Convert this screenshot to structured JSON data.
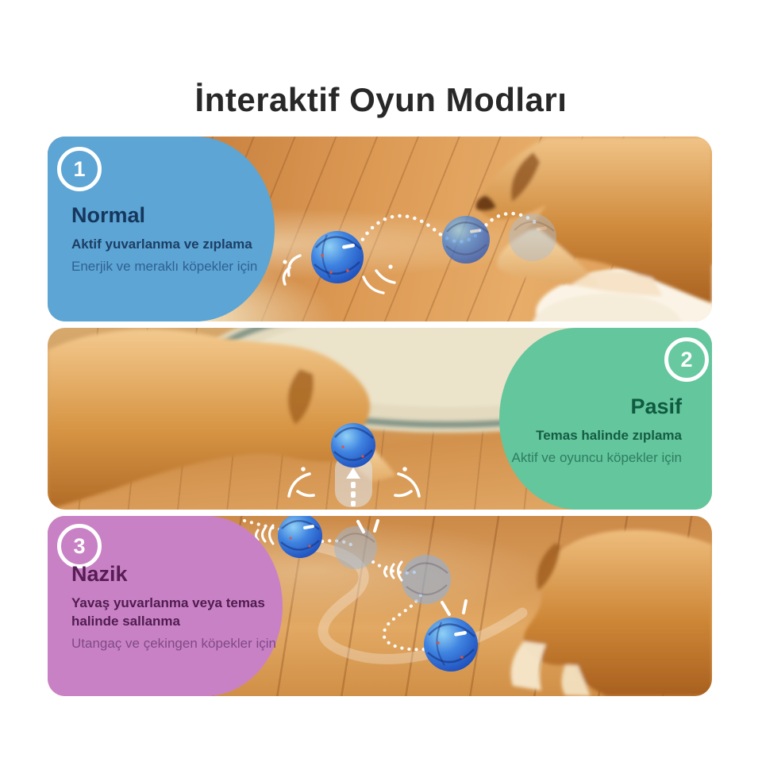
{
  "title": "İnteraktif Oyun Modları",
  "colors": {
    "background": "#ffffff",
    "title_text": "#282828",
    "mode1_accent": "#5ca5d5",
    "mode2_accent": "#63c69c",
    "mode3_accent": "#c981c5",
    "ball": "#2c63c8"
  },
  "modes": [
    {
      "number": "1",
      "name": "Normal",
      "feature": "Aktif yuvarlanma ve zıplama",
      "audience": "Enerjik ve meraklı köpekler için",
      "accent_color": "#5ca5d5",
      "name_color": "#16375c",
      "audience_color": "#2f6191"
    },
    {
      "number": "2",
      "name": "Pasif",
      "feature": "Temas halinde zıplama",
      "audience": "Aktif ve oyuncu köpekler için",
      "accent_color": "#63c69c",
      "name_color": "#0f5a40",
      "audience_color": "#2f7d60"
    },
    {
      "number": "3",
      "name": "Nazik",
      "feature": "Yavaş yuvarlanma veya temas halinde sallanma",
      "audience": "Utangaç ve çekingen köpekler için",
      "accent_color": "#c981c5",
      "name_color": "#571d55",
      "audience_color": "#7e4b86"
    }
  ]
}
